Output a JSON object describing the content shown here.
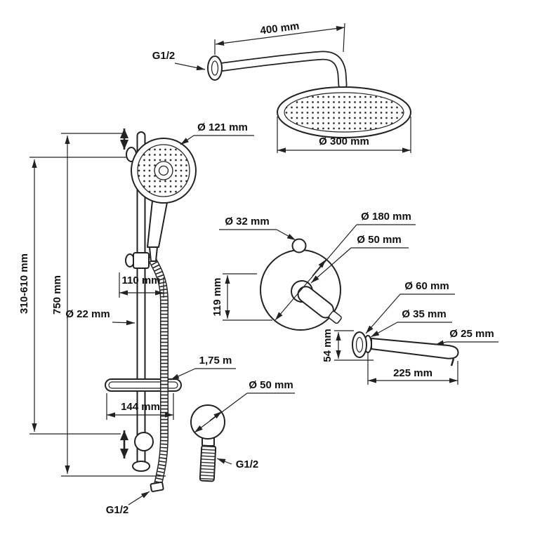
{
  "diagram": {
    "overhead": {
      "arm_length": "400 mm",
      "arm_thread": "G1/2",
      "head_diameter": "Ø 300 mm"
    },
    "slide_bar": {
      "hand_shower_diameter": "Ø 121 mm",
      "adjustable_range": "310-610 mm",
      "bar_length": "750 mm",
      "bracket_width": "110 mm",
      "bar_diameter": "Ø 22 mm",
      "hose_length": "1,75 m",
      "soap_dish_width": "144 mm",
      "hose_thread": "G1/2"
    },
    "mixer": {
      "cartridge_diameter": "Ø 32 mm",
      "plate_diameter": "Ø 180 mm",
      "handle_diameter": "Ø 50 mm",
      "height": "119 mm"
    },
    "spout": {
      "flange_diameter": "Ø 60 mm",
      "base_diameter": "Ø 35 mm",
      "pipe_diameter": "Ø 25 mm",
      "height": "54 mm",
      "length": "225 mm"
    },
    "outlet": {
      "diameter": "Ø 50 mm",
      "thread": "G1/2"
    }
  }
}
